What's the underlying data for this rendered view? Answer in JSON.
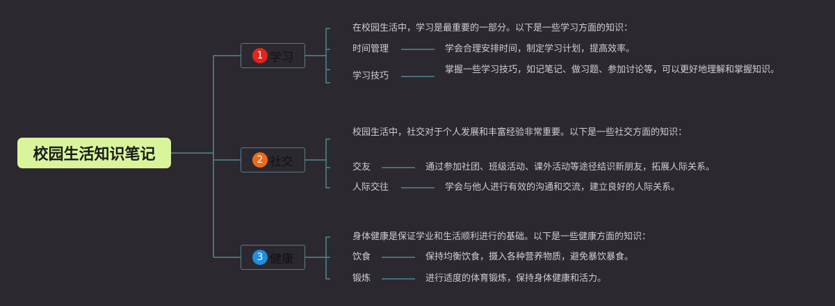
{
  "root": {
    "title": "校园生活知识笔记"
  },
  "branches": [
    {
      "number": "1",
      "label": "学习",
      "color": "#e0261b",
      "intro": "在校园生活中，学习是最重要的一部分。以下是一些学习方面的知识：",
      "items": [
        {
          "name": "时间管理",
          "desc": "学会合理安排时间，制定学习计划，提高效率。"
        },
        {
          "name": "学习技巧",
          "desc": "掌握一些学习技巧，如记笔记、做习题、参加讨论等，可以更好地理解和掌握知识。"
        }
      ]
    },
    {
      "number": "2",
      "label": "社交",
      "color": "#ec6a1b",
      "intro": "校园生活中，社交对于个人发展和丰富经验非常重要。以下是一些社交方面的知识：",
      "items": [
        {
          "name": "交友",
          "desc": "通过参加社团、班级活动、课外活动等途径结识新朋友，拓展人际关系。"
        },
        {
          "name": "人际交往",
          "desc": "学会与他人进行有效的沟通和交流，建立良好的人际关系。"
        }
      ]
    },
    {
      "number": "3",
      "label": "健康",
      "color": "#1e8fd8",
      "intro": "身体健康是保证学业和生活顺利进行的基础。以下是一些健康方面的知识：",
      "items": [
        {
          "name": "饮食",
          "desc": "保持均衡饮食，摄入各种营养物质，避免暴饮暴食。"
        },
        {
          "name": "锻炼",
          "desc": "进行适度的体育锻炼，保持身体健康和活力。"
        }
      ]
    }
  ],
  "colors": {
    "background": "#2b2830",
    "root": "#d8f59c",
    "connector": "#4e8a8f",
    "text": "#cfcfcf"
  }
}
